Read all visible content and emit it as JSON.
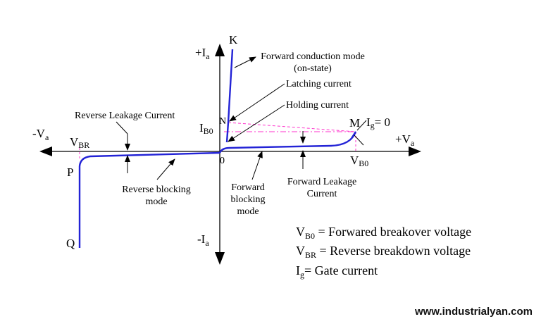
{
  "axes": {
    "pos_y": {
      "main": "+I",
      "sub": "a"
    },
    "neg_y": {
      "main": "-I",
      "sub": "a"
    },
    "pos_x": {
      "main": "+V",
      "sub": "a"
    },
    "neg_x": {
      "main": "-V",
      "sub": "a"
    },
    "origin": "0"
  },
  "points": {
    "K": "K",
    "N": "N",
    "M": "M",
    "P": "P",
    "Q": "Q",
    "ib0": {
      "main": "I",
      "sub": "B0"
    },
    "vbr": {
      "main": "V",
      "sub": "BR"
    },
    "vb0": {
      "main": "V",
      "sub": "B0"
    },
    "ig0": {
      "main": "I",
      "sub": "g",
      "rest": "= 0"
    }
  },
  "annotations": {
    "forward_conduction_line1": "Forward conduction mode",
    "forward_conduction_line2": "(on-state)",
    "latching": "Latching current",
    "holding": "Holding current",
    "reverse_leakage": "Reverse Leakage Current",
    "reverse_blocking_line1": "Reverse blocking",
    "reverse_blocking_line2": "mode",
    "forward_blocking_line1": "Forward",
    "forward_blocking_line2": "blocking",
    "forward_blocking_line3": "mode",
    "forward_leakage_line1": "Forward Leakage",
    "forward_leakage_line2": "Current"
  },
  "legend": [
    {
      "main": "V",
      "sub": "B0",
      "text": " = Forwared breakover voltage"
    },
    {
      "main": "V",
      "sub": "BR",
      "text": " = Reverse breakdown voltage"
    },
    {
      "main": "I",
      "sub": "g",
      "text": "= Gate current"
    }
  ],
  "watermark": "www.industrialyan.com",
  "colors": {
    "curve": "#2323d6",
    "dashed": "#ff33cc",
    "axis": "#000000"
  }
}
